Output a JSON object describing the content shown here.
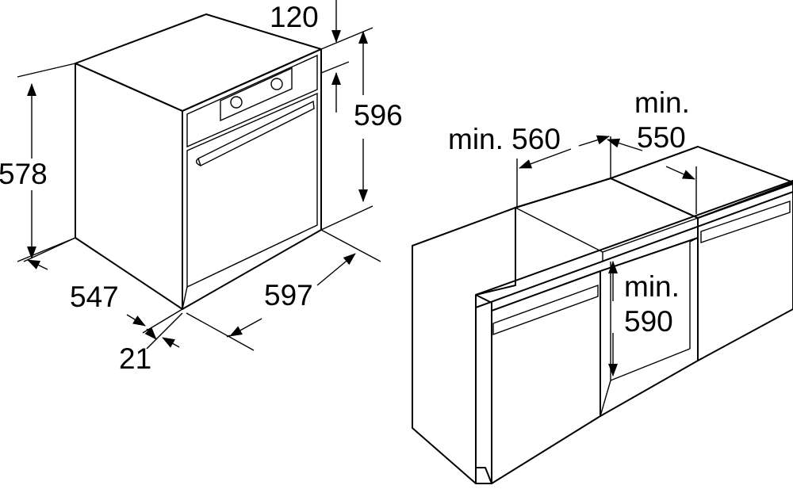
{
  "oven": {
    "dims": {
      "height_total": "596",
      "height_body": "578",
      "depth": "547",
      "width": "597",
      "front_panel": "21",
      "top_clearance": "120"
    }
  },
  "cabinet": {
    "dims": {
      "width_line1": "min. 560",
      "depth_line1": "min.",
      "depth_line2": "550",
      "height_line1": "min.",
      "height_line2": "590"
    }
  },
  "colors": {
    "oven_side": "#8a8a8a",
    "oven_front": "#bdbdbd",
    "oven_door": "#d0d0d0",
    "control_panel": "#ffffff",
    "lines": "#000000"
  }
}
